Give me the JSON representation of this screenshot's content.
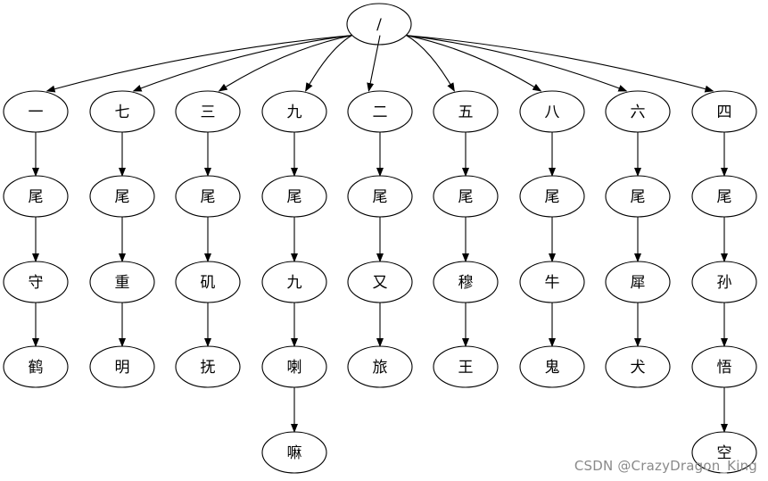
{
  "root": "/",
  "branches": [
    [
      "一",
      "尾",
      "守",
      "鹤"
    ],
    [
      "七",
      "尾",
      "重",
      "明"
    ],
    [
      "三",
      "尾",
      "矶",
      "抚"
    ],
    [
      "九",
      "尾",
      "九",
      "喇",
      "嘛"
    ],
    [
      "二",
      "尾",
      "又",
      "旅"
    ],
    [
      "五",
      "尾",
      "穆",
      "王"
    ],
    [
      "八",
      "尾",
      "牛",
      "鬼"
    ],
    [
      "六",
      "尾",
      "犀",
      "犬"
    ],
    [
      "四",
      "尾",
      "孙",
      "悟",
      "空"
    ]
  ],
  "watermark": "CSDN @CrazyDragon_King"
}
